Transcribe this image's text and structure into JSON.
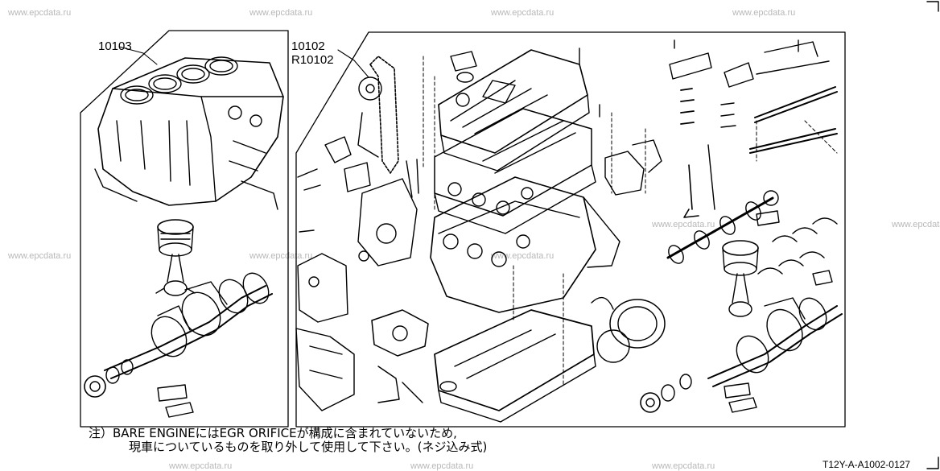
{
  "watermark": "www.epcdata.ru",
  "callouts": {
    "short_block": "10103",
    "engine_assy": "10102",
    "engine_assy_reman": "R10102"
  },
  "note": {
    "line1": "注）BARE ENGINEにはEGR ORIFICEが構成に含まれていないため,",
    "line2": "現車についているものを取り外して使用して下さい。(ネジ込み式)"
  },
  "diagram_code": "T12Y-A-A1002-0127"
}
